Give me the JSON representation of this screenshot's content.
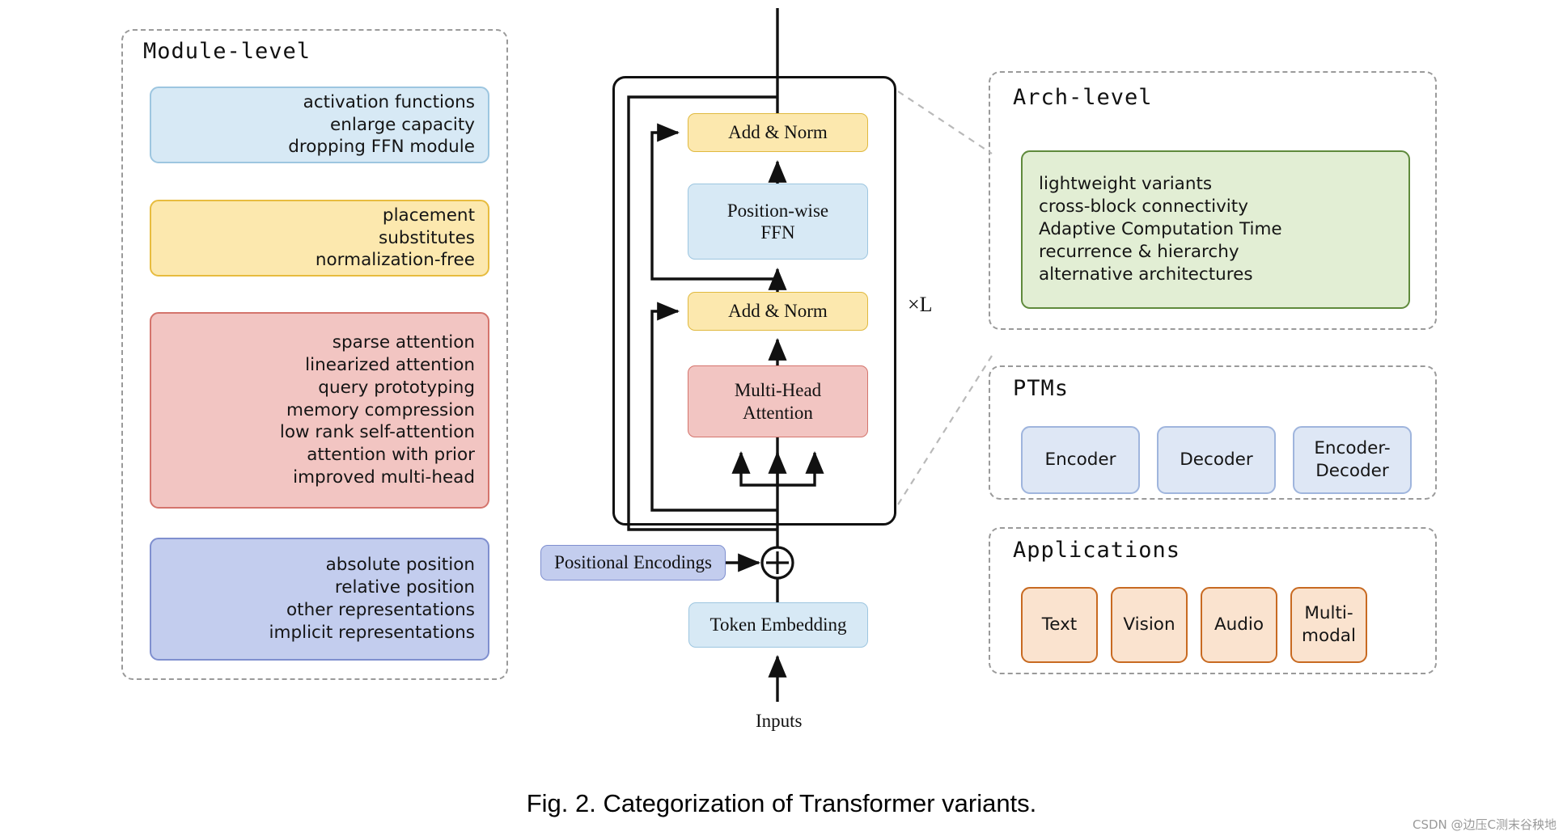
{
  "figure": {
    "caption": "Fig. 2.  Categorization of Transformer variants.",
    "watermark": "CSDN @边压C测末谷秧地"
  },
  "module_level": {
    "title": "Module-level",
    "groups": [
      {
        "color": "#d7e9f5",
        "items": [
          "activation functions",
          "enlarge capacity",
          "dropping FFN module"
        ]
      },
      {
        "color": "#fce8ae",
        "items": [
          "placement",
          "substitutes",
          "normalization-free"
        ]
      },
      {
        "color": "#f2c5c2",
        "items": [
          "sparse attention",
          "linearized attention",
          "query prototyping",
          "memory compression",
          "low rank self-attention",
          "attention with prior",
          "improved multi-head"
        ]
      },
      {
        "color": "#c3cdee",
        "items": [
          "absolute position",
          "relative position",
          "other representations",
          "implicit representations"
        ]
      }
    ]
  },
  "arch_level": {
    "title": "Arch-level",
    "color": "#e2eed4",
    "items": [
      "lightweight variants",
      "cross-block connectivity",
      "Adaptive Computation Time",
      "recurrence & hierarchy",
      "alternative architectures"
    ]
  },
  "ptms": {
    "title": "PTMs",
    "color": "#dee7f5",
    "items": [
      "Encoder",
      "Decoder",
      "Encoder-\nDecoder"
    ]
  },
  "applications": {
    "title": "Applications",
    "color": "#fae3cf",
    "items": [
      "Text",
      "Vision",
      "Audio",
      "Multi-\nmodal"
    ]
  },
  "transformer": {
    "add_norm_top": "Add & Norm",
    "ffn": "Position-wise\nFFN",
    "add_norm_bottom": "Add & Norm",
    "attention": "Multi-Head\nAttention",
    "positional_encodings": "Positional Encodings",
    "token_embedding": "Token Embedding",
    "inputs": "Inputs",
    "repeat_count": "×L",
    "add_symbol": "⊕"
  }
}
